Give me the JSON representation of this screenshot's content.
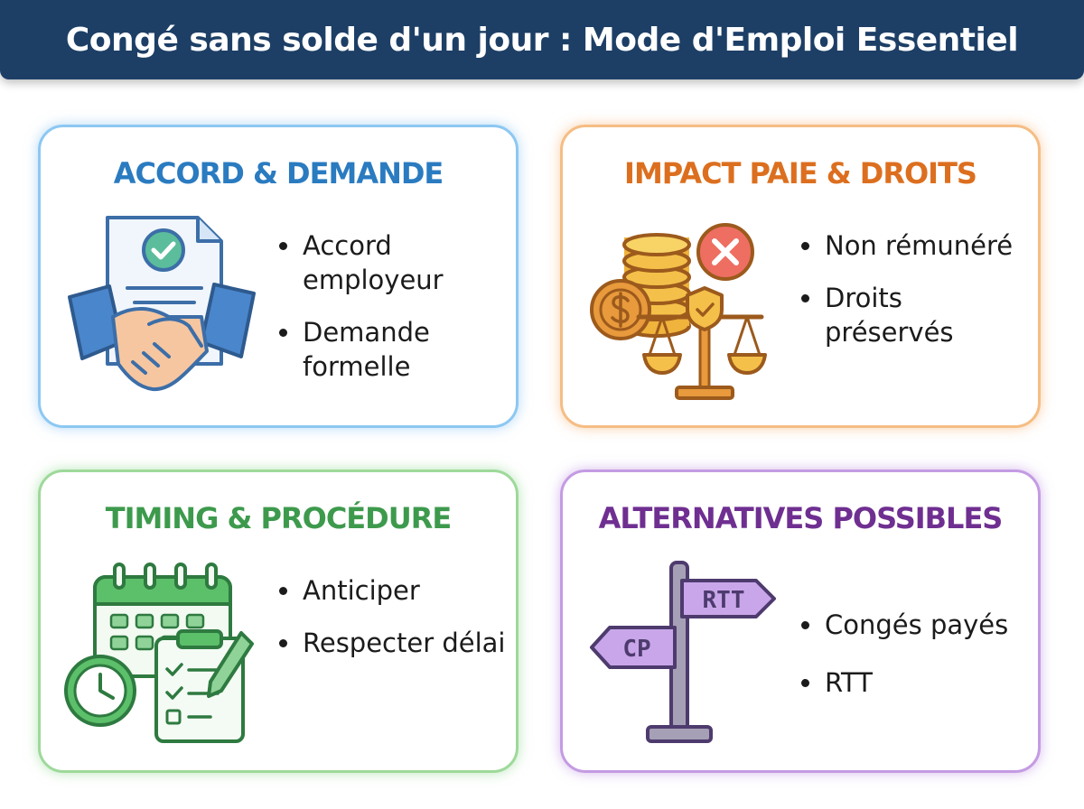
{
  "title": "Congé sans solde d'un jour : Mode d'Emploi Essentiel",
  "cards": [
    {
      "title": "ACCORD & DEMANDE",
      "color": "#2a7bc0",
      "icon": "handshake-document-icon",
      "items": [
        "Accord employeur",
        "Demande formelle"
      ]
    },
    {
      "title": "IMPACT PAIE & DROITS",
      "color": "#dc6f1f",
      "icon": "coins-scale-icon",
      "items": [
        "Non rémunéré",
        "Droits préservés"
      ]
    },
    {
      "title": "TIMING & PROCÉDURE",
      "color": "#3d9a4d",
      "icon": "calendar-clock-clipboard-icon",
      "items": [
        "Anticiper",
        "Respecter délai"
      ]
    },
    {
      "title": "ALTERNATIVES POSSIBLES",
      "color": "#6f2f91",
      "icon": "signpost-icon",
      "items": [
        "Congés payés",
        "RTT"
      ],
      "sign_labels": [
        "RTT",
        "CP"
      ]
    }
  ]
}
